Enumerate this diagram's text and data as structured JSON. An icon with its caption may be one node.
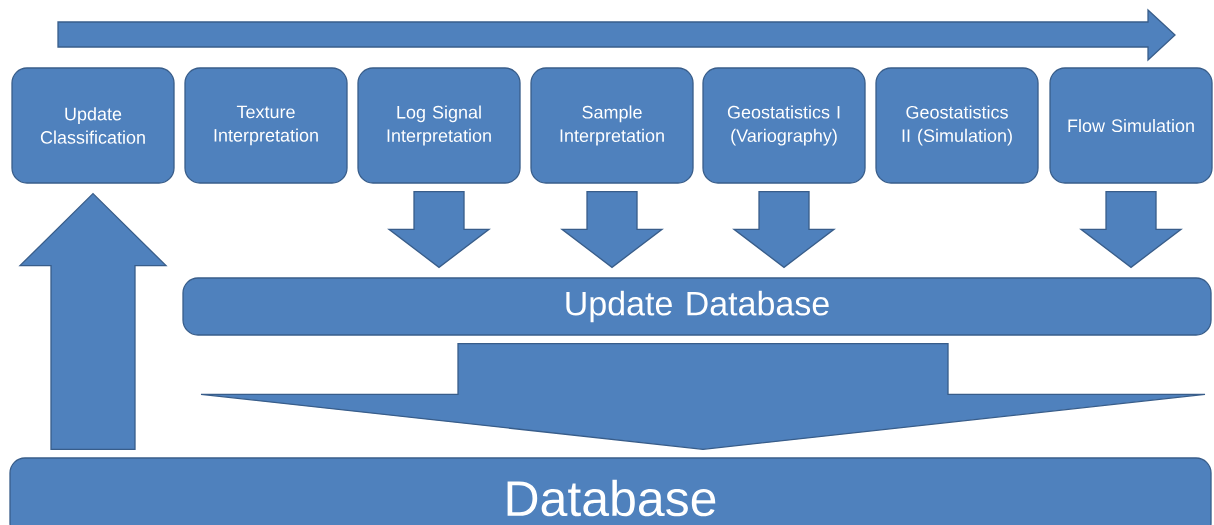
{
  "diagram": {
    "nodes": [
      {
        "text": [
          "Update Classification"
        ]
      },
      {
        "text": [
          "Texture Interpretation"
        ]
      },
      {
        "text": [
          "Log Signal Interpretation"
        ]
      },
      {
        "text": [
          "Sample Interpretation"
        ]
      },
      {
        "text": [
          "Geostatistics I (Variography)"
        ]
      },
      {
        "text": [
          "Geostatistics II (Simulation)"
        ]
      },
      {
        "text": [
          "Flow Simulation"
        ]
      },
      {
        "text": [
          "Update Database"
        ]
      },
      {
        "text": [
          "Database"
        ]
      }
    ],
    "edges": [
      {
        "from": 2,
        "to": 7,
        "arrow": "to"
      },
      {
        "from": 3,
        "to": 7,
        "arrow": "to"
      },
      {
        "from": 4,
        "to": 7,
        "arrow": "to"
      },
      {
        "from": 6,
        "to": 7,
        "arrow": "to"
      },
      {
        "from": 7,
        "to": 8,
        "arrow": "to"
      },
      {
        "from": 8,
        "to": 0,
        "arrow": "to"
      }
    ]
  }
}
